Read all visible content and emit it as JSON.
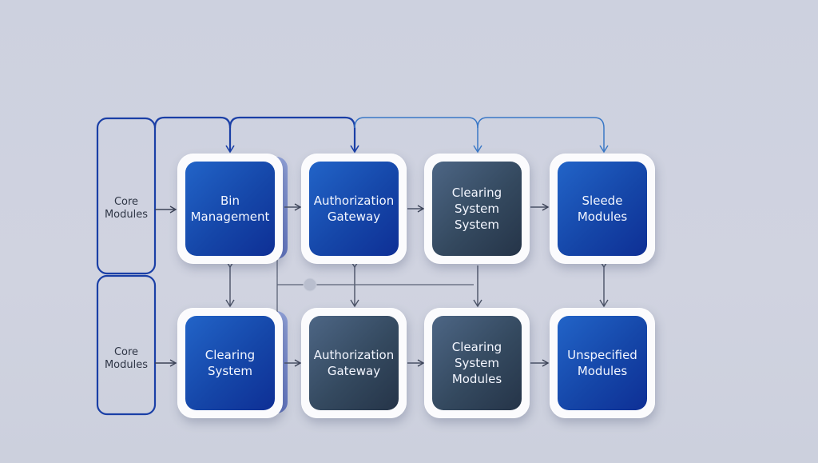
{
  "diagram": {
    "groups": [
      {
        "label_line1": "Core",
        "label_line2": "Modules"
      },
      {
        "label_line1": "Core",
        "label_line2": "Modules"
      }
    ],
    "rows": [
      {
        "cards": [
          {
            "line1": "Bin",
            "line2": "Management",
            "line3": "",
            "style": "blue"
          },
          {
            "line1": "Authorization",
            "line2": "Gateway",
            "line3": "",
            "style": "blue"
          },
          {
            "line1": "Clearing",
            "line2": "System",
            "line3": "System",
            "style": "slate"
          },
          {
            "line1": "Sleede",
            "line2": "Modules",
            "line3": "",
            "style": "blue"
          }
        ]
      },
      {
        "cards": [
          {
            "line1": "Clearing",
            "line2": "System",
            "line3": "",
            "style": "blue"
          },
          {
            "line1": "Authorization",
            "line2": "Gateway",
            "line3": "",
            "style": "slate"
          },
          {
            "line1": "Clearing",
            "line2": "System",
            "line3": "Modules",
            "style": "slate"
          },
          {
            "line1": "Unspecified",
            "line2": "Modules",
            "line3": "",
            "style": "blue"
          }
        ]
      }
    ],
    "colors": {
      "background": "#cdd1df",
      "primary_blue": "#1546a8",
      "slate": "#34495f",
      "bracket_blue": "#1a3fa6",
      "connector_light_blue": "#3a78c6",
      "connector_gray": "#4a5266"
    }
  }
}
